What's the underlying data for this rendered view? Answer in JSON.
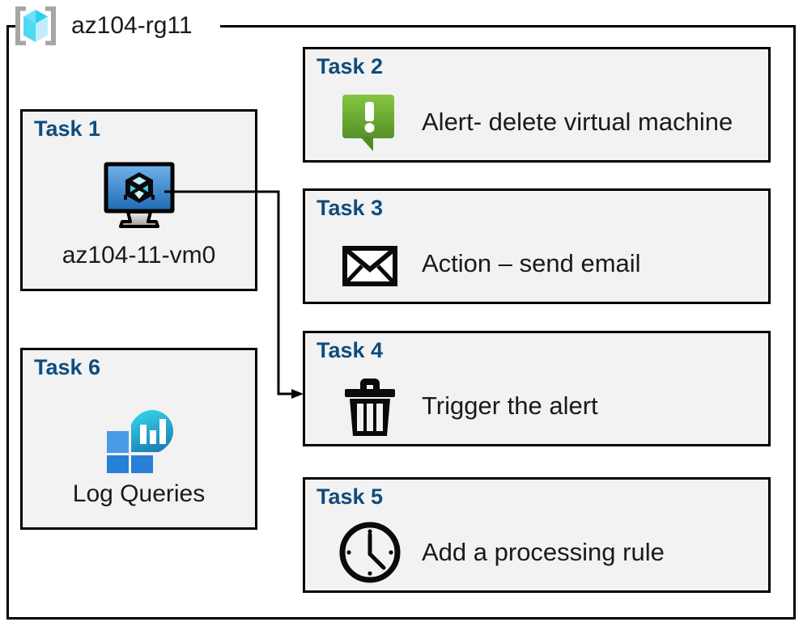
{
  "resource_group": {
    "title": "az104-rg11",
    "icon": "resource-group-cube-icon",
    "border_color": "#000000",
    "icon_colors": {
      "bracket": "#a6a6a6",
      "cube_light": "#8ee6f7",
      "cube_mid": "#35d2ee",
      "cube_pale": "#c9f2fb"
    }
  },
  "theme": {
    "card_fill": "#f2f2f2",
    "card_border": "#000000",
    "task_label_color": "#0f4c7c",
    "body_text_color": "#1a1a1a",
    "alert_green_light": "#82c341",
    "alert_green_dark": "#579429",
    "vm_blue_light": "#63a8e8",
    "vm_blue_dark": "#1f6cb5",
    "log_tile_light": "#4a9ae8",
    "log_tile_dark": "#2680d8",
    "log_blob_top": "#32cfe8",
    "log_blob_bottom": "#1f84b8"
  },
  "tasks": [
    {
      "id": "task-1",
      "label": "Task 1",
      "caption": "az104-11-vm0",
      "icon": "virtual-machine-icon"
    },
    {
      "id": "task-2",
      "label": "Task 2",
      "text": "Alert- delete virtual machine",
      "icon": "alert-callout-icon"
    },
    {
      "id": "task-3",
      "label": "Task 3",
      "text": "Action – send email",
      "icon": "envelope-icon"
    },
    {
      "id": "task-4",
      "label": "Task 4",
      "text": "Trigger the alert",
      "icon": "trash-can-icon"
    },
    {
      "id": "task-5",
      "label": "Task 5",
      "text": "Add a processing rule",
      "icon": "clock-icon"
    },
    {
      "id": "task-6",
      "label": "Task 6",
      "caption": "Log Queries",
      "icon": "log-analytics-icon"
    }
  ],
  "connector": {
    "name": "vm-to-trigger-connector",
    "from": "task-1-virtual-machine-icon",
    "to": "task-4",
    "color": "#000000"
  }
}
